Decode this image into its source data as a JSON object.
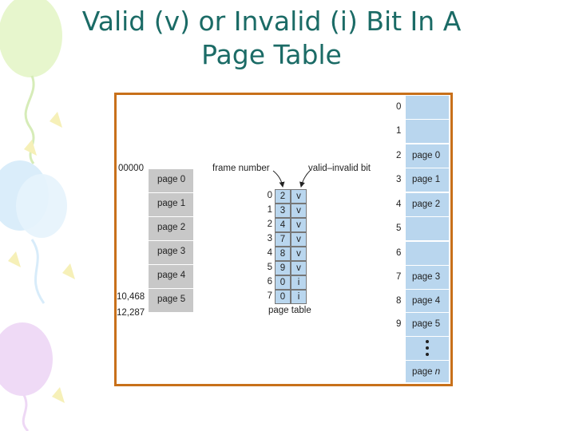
{
  "title": {
    "line1": "Valid (v) or Invalid (i) Bit In A",
    "line2": "Page Table"
  },
  "logical_memory": {
    "start_address": "00000",
    "address_2": "10,468",
    "address_3": "12,287",
    "pages": [
      "page 0",
      "page 1",
      "page 2",
      "page 3",
      "page 4",
      "page 5"
    ]
  },
  "page_table": {
    "frame_number_label": "frame number",
    "valid_bit_label": "valid–invalid bit",
    "caption": "page table",
    "rows": [
      {
        "index": "0",
        "frame": "2",
        "bit": "v"
      },
      {
        "index": "1",
        "frame": "3",
        "bit": "v"
      },
      {
        "index": "2",
        "frame": "4",
        "bit": "v"
      },
      {
        "index": "3",
        "frame": "7",
        "bit": "v"
      },
      {
        "index": "4",
        "frame": "8",
        "bit": "v"
      },
      {
        "index": "5",
        "frame": "9",
        "bit": "v"
      },
      {
        "index": "6",
        "frame": "0",
        "bit": "i"
      },
      {
        "index": "7",
        "frame": "0",
        "bit": "i"
      }
    ]
  },
  "physical_memory": {
    "frame_numbers": [
      "0",
      "1",
      "2",
      "3",
      "4",
      "5",
      "6",
      "7",
      "8",
      "9"
    ],
    "frames": [
      "",
      "",
      "page 0",
      "page 1",
      "page 2",
      "",
      "",
      "page 3",
      "page 4",
      "page 5"
    ],
    "last_frame_prefix": "page ",
    "last_frame_var": "n"
  },
  "colors": {
    "title": "#1b6b66",
    "frame_border": "#c8701a",
    "logical_cell": "#c8c8c8",
    "physical_cell": "#b9d6ee"
  }
}
